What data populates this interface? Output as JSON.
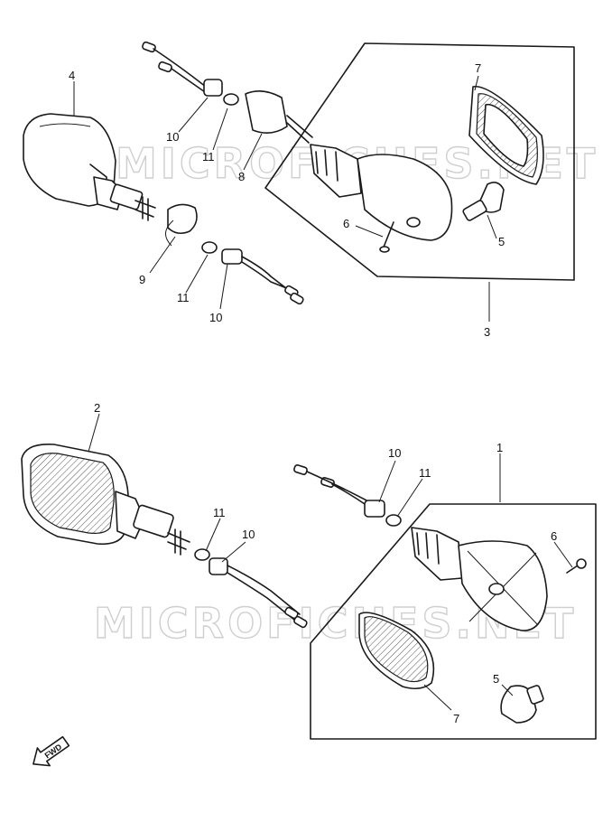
{
  "watermark": "MICROFICHES.NET",
  "fwd_label": "FWD",
  "callouts": {
    "top": [
      "4",
      "10",
      "11",
      "8",
      "7",
      "6",
      "5",
      "3",
      "9",
      "11",
      "10"
    ],
    "bottom": [
      "2",
      "10",
      "11",
      "1",
      "11",
      "10",
      "6",
      "5",
      "7"
    ]
  },
  "colors": {
    "ink": "#1a1a1a",
    "watermark": "#cfcfcf",
    "background": "#ffffff"
  }
}
